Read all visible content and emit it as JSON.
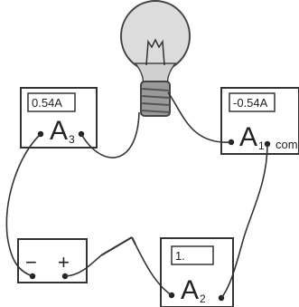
{
  "meters": {
    "a3": {
      "display": "0.54A",
      "symbol": "A",
      "subscript": "3"
    },
    "a1": {
      "display": "-0.54A",
      "symbol": "A",
      "subscript": "1",
      "terminal_label": "com"
    },
    "a2": {
      "display": "1.",
      "symbol": "A",
      "subscript": "2"
    }
  },
  "battery": {
    "negative_label": "−",
    "positive_label": "+"
  },
  "colors": {
    "line": "#333333",
    "panel_fill": "#ffffff",
    "bulb_glass": "#d9d9d9",
    "bulb_base": "#9a9a9a"
  }
}
